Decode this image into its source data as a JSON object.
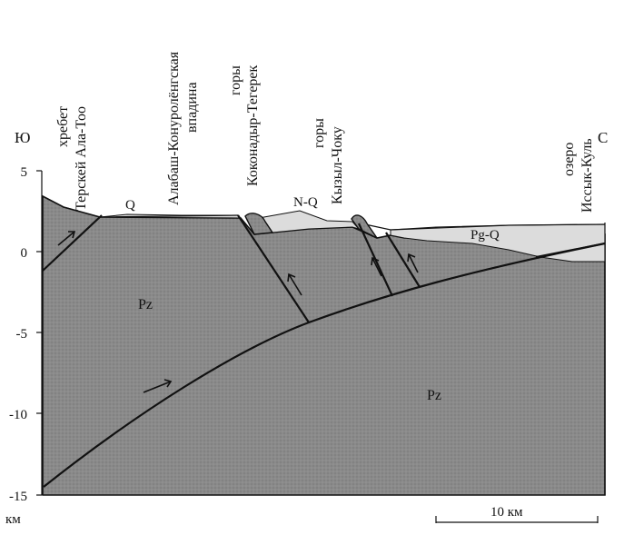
{
  "compass": {
    "south": "Ю",
    "north": "С"
  },
  "axis": {
    "ticks": [
      "5",
      "0",
      "-5",
      "-10",
      "-15"
    ],
    "unit": "км"
  },
  "scale_bar": {
    "label": "10 км"
  },
  "landmarks": [
    {
      "id": "terskey",
      "lines": [
        "хребет",
        "Терскей Ала-Тоо"
      ]
    },
    {
      "id": "alabash",
      "lines": [
        "Алабаш-Конуролёнгская",
        "впадина"
      ]
    },
    {
      "id": "kokonadyr",
      "lines": [
        "горы",
        "Коконадыр-Тегерек"
      ]
    },
    {
      "id": "kyzyl",
      "lines": [
        "горы",
        "Кызыл-Чоку"
      ]
    },
    {
      "id": "issyk",
      "lines": [
        "озеро",
        "Иссык-Куль"
      ]
    }
  ],
  "units": {
    "pz_upper": "Pz",
    "pz_lower": "Pz",
    "q": "Q",
    "nq": "N-Q",
    "pgq": "Pg-Q"
  },
  "colors": {
    "basement": "#8a8a8a",
    "sediment": "#dcdcdc",
    "line": "#111111"
  }
}
